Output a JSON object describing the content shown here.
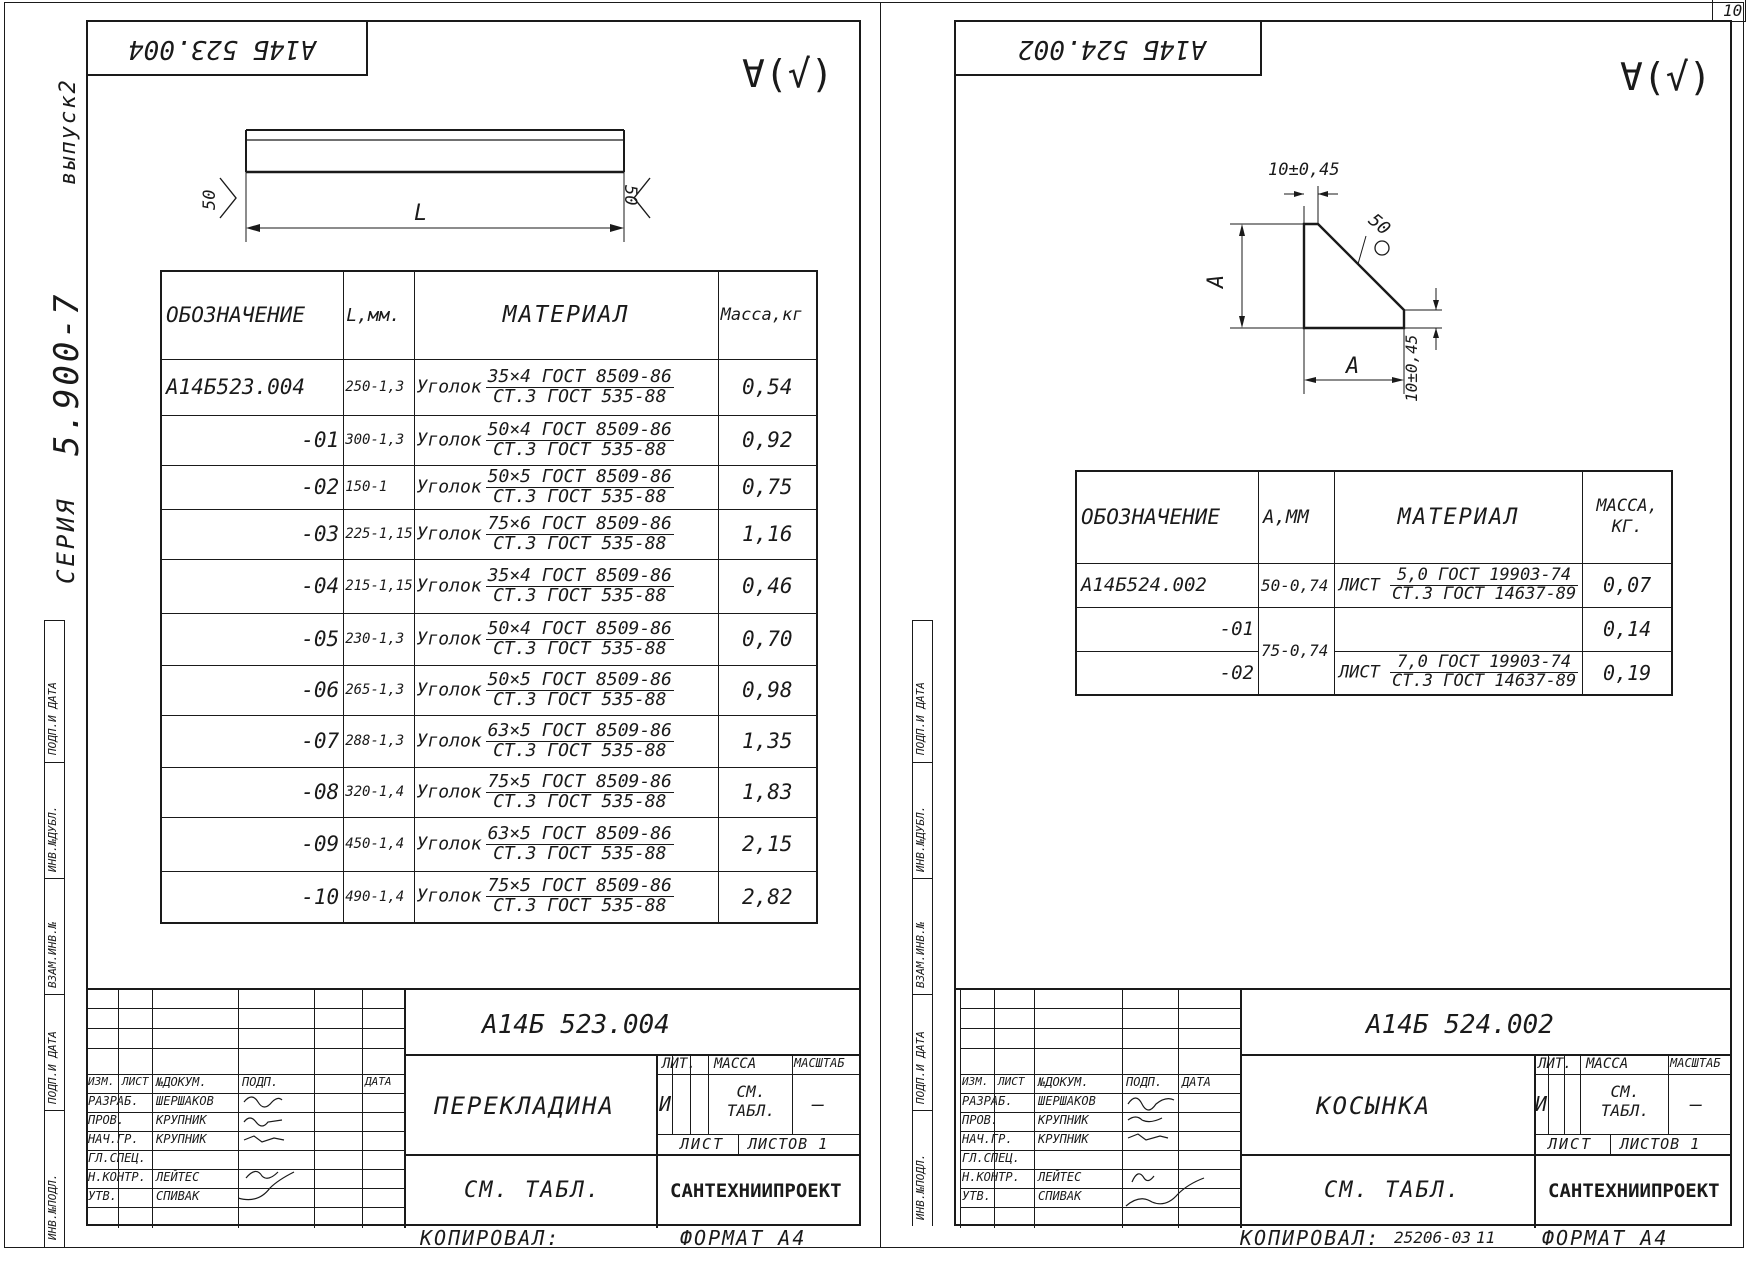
{
  "sheet_number": "10",
  "left_margin": {
    "vypusk": "выпуск2",
    "seriya_label": "СЕРИЯ",
    "seriya_value": "5.900-7",
    "stamps": [
      "ИНВ.№ПОДЛ.",
      "ПОДП.И ДАТА",
      "ВЗАМ.ИНВ.№",
      "ИНВ.№ДУБЛ.",
      "ПОДП.И ДАТА"
    ]
  },
  "left_sheet": {
    "code_flipped": "А14Б 523.004",
    "roughness": "∀(√)",
    "drawing": {
      "weld_left": "50",
      "weld_right": "50",
      "dim_label": "L"
    },
    "table": {
      "headers": {
        "designation": "ОБОЗНАЧЕНИЕ",
        "length": "L,мм.",
        "material": "МАТЕРИАЛ",
        "mass": "Масса,кг"
      },
      "rows": [
        {
          "designation": "А14Б523.004",
          "length": "250-1,3",
          "mat_name": "Уголок",
          "mat_top": "35×4 ГОСТ 8509-86",
          "mat_bottom": "СТ.3 ГОСТ 535-88",
          "mass": "0,54"
        },
        {
          "designation": "-01",
          "length": "300-1,3",
          "mat_name": "Уголок",
          "mat_top": "50×4 ГОСТ 8509-86",
          "mat_bottom": "СТ.3 ГОСТ 535-88",
          "mass": "0,92"
        },
        {
          "designation": "-02",
          "length": "150-1",
          "mat_name": "Уголок",
          "mat_top": "50×5 ГОСТ 8509-86",
          "mat_bottom": "СТ.3 ГОСТ 535-88",
          "mass": "0,75"
        },
        {
          "designation": "-03",
          "length": "225-1,15",
          "mat_name": "Уголок",
          "mat_top": "75×6 ГОСТ 8509-86",
          "mat_bottom": "СТ.3 ГОСТ 535-88",
          "mass": "1,16"
        },
        {
          "designation": "-04",
          "length": "215-1,15",
          "mat_name": "Уголок",
          "mat_top": "35×4 ГОСТ 8509-86",
          "mat_bottom": "СТ.3 ГОСТ 535-88",
          "mass": "0,46"
        },
        {
          "designation": "-05",
          "length": "230-1,3",
          "mat_name": "Уголок",
          "mat_top": "50×4 ГОСТ 8509-86",
          "mat_bottom": "СТ.3 ГОСТ 535-88",
          "mass": "0,70"
        },
        {
          "designation": "-06",
          "length": "265-1,3",
          "mat_name": "Уголок",
          "mat_top": "50×5 ГОСТ 8509-86",
          "mat_bottom": "СТ.3 ГОСТ 535-88",
          "mass": "0,98"
        },
        {
          "designation": "-07",
          "length": "288-1,3",
          "mat_name": "Уголок",
          "mat_top": "63×5 ГОСТ 8509-86",
          "mat_bottom": "СТ.3 ГОСТ 535-88",
          "mass": "1,35"
        },
        {
          "designation": "-08",
          "length": "320-1,4",
          "mat_name": "Уголок",
          "mat_top": "75×5 ГОСТ 8509-86",
          "mat_bottom": "СТ.3 ГОСТ 535-88",
          "mass": "1,83"
        },
        {
          "designation": "-09",
          "length": "450-1,4",
          "mat_name": "Уголок",
          "mat_top": "63×5 ГОСТ 8509-86",
          "mat_bottom": "СТ.3 ГОСТ 535-88",
          "mass": "2,15"
        },
        {
          "designation": "-10",
          "length": "490-1,4",
          "mat_name": "Уголок",
          "mat_top": "75×5 ГОСТ 8509-86",
          "mat_bottom": "СТ.3 ГОСТ 535-88",
          "mass": "2,82"
        }
      ]
    },
    "title_block": {
      "code": "А14Б 523.004",
      "name": "ПЕРЕКЛАДИНА",
      "material_note": "СМ. ТАБЛ.",
      "lit_label": "ЛИТ.",
      "massa_label": "МАССА",
      "masshtab_label": "МАСШТАБ",
      "lit_value": "И",
      "massa_value": "СМ. ТАБЛ.",
      "masshtab_value": "—",
      "list_label": "ЛИСТ",
      "listov_label": "ЛИСТОВ 1",
      "company": "САНТЕХНИИПРОЕКТ",
      "header_labels": [
        "ИЗМ.",
        "ЛИСТ",
        "№ДОКУМ.",
        "ПОДП.",
        "ДАТА"
      ],
      "roles": [
        "РАЗРАБ.",
        "ПРОВ.",
        "НАЧ.ГР.",
        "ГЛ.СПЕЦ.",
        "Н.КОНТР.",
        "УТВ."
      ],
      "persons": [
        "ШЕРШАКОВ",
        "КРУПНИК",
        "КРУПНИК",
        "",
        "ЛЕЙТЕС",
        "СПИВАК"
      ]
    },
    "footer": {
      "copied": "КОПИРОВАЛ:",
      "format": "ФОРМАТ А4"
    }
  },
  "right_sheet": {
    "code_flipped": "А14Б 524.002",
    "roughness": "∀(√)",
    "drawing": {
      "dim_top": "10±0,45",
      "dim_right": "10±0,45",
      "weld": "50",
      "dim_a_left": "А",
      "dim_a_bottom": "А"
    },
    "table": {
      "headers": {
        "designation": "ОБОЗНАЧЕНИЕ",
        "a": "А,ММ",
        "material": "МАТЕРИАЛ",
        "mass": "МАССА, КГ."
      },
      "rows": [
        {
          "designation": "А14Б524.002",
          "a": "50-0,74",
          "mass": "0,07"
        },
        {
          "designation": "-01",
          "a": "75-0,74",
          "mass": "0,14"
        },
        {
          "designation": "-02",
          "mass": "0,19"
        }
      ],
      "materials": [
        {
          "name": "ЛИСТ",
          "top": "5,0 ГОСТ 19903-74",
          "bottom": "СТ.3 ГОСТ 14637-89"
        },
        {
          "name": "ЛИСТ",
          "top": "7,0 ГОСТ 19903-74",
          "bottom": "СТ.3 ГОСТ 14637-89"
        }
      ]
    },
    "title_block": {
      "code": "А14Б 524.002",
      "name": "КОСЫНКА",
      "material_note": "СМ. ТАБЛ.",
      "lit_label": "ЛИТ.",
      "massa_label": "МАССА",
      "masshtab_label": "МАСШТАБ",
      "lit_value": "И",
      "massa_value": "СМ. ТАБЛ.",
      "masshtab_value": "—",
      "list_label": "ЛИСТ",
      "listov_label": "ЛИСТОВ 1",
      "company": "САНТЕХНИИПРОЕКТ",
      "header_labels": [
        "ИЗМ.",
        "ЛИСТ",
        "№ДОКУМ.",
        "ПОДП.",
        "ДАТА"
      ],
      "roles": [
        "РАЗРАБ.",
        "ПРОВ.",
        "НАЧ.ГР.",
        "ГЛ.СПЕЦ.",
        "Н.КОНТР.",
        "УТВ."
      ],
      "persons": [
        "ШЕРШАКОВ",
        "КРУПНИК",
        "КРУПНИК",
        "",
        "ЛЕЙТЕС",
        "СПИВАК"
      ]
    },
    "footer": {
      "copied": "КОПИРОВАЛ:",
      "copied_no": "25206-03",
      "copied_sheet": "11",
      "format": "ФОРМАТ А4"
    }
  }
}
